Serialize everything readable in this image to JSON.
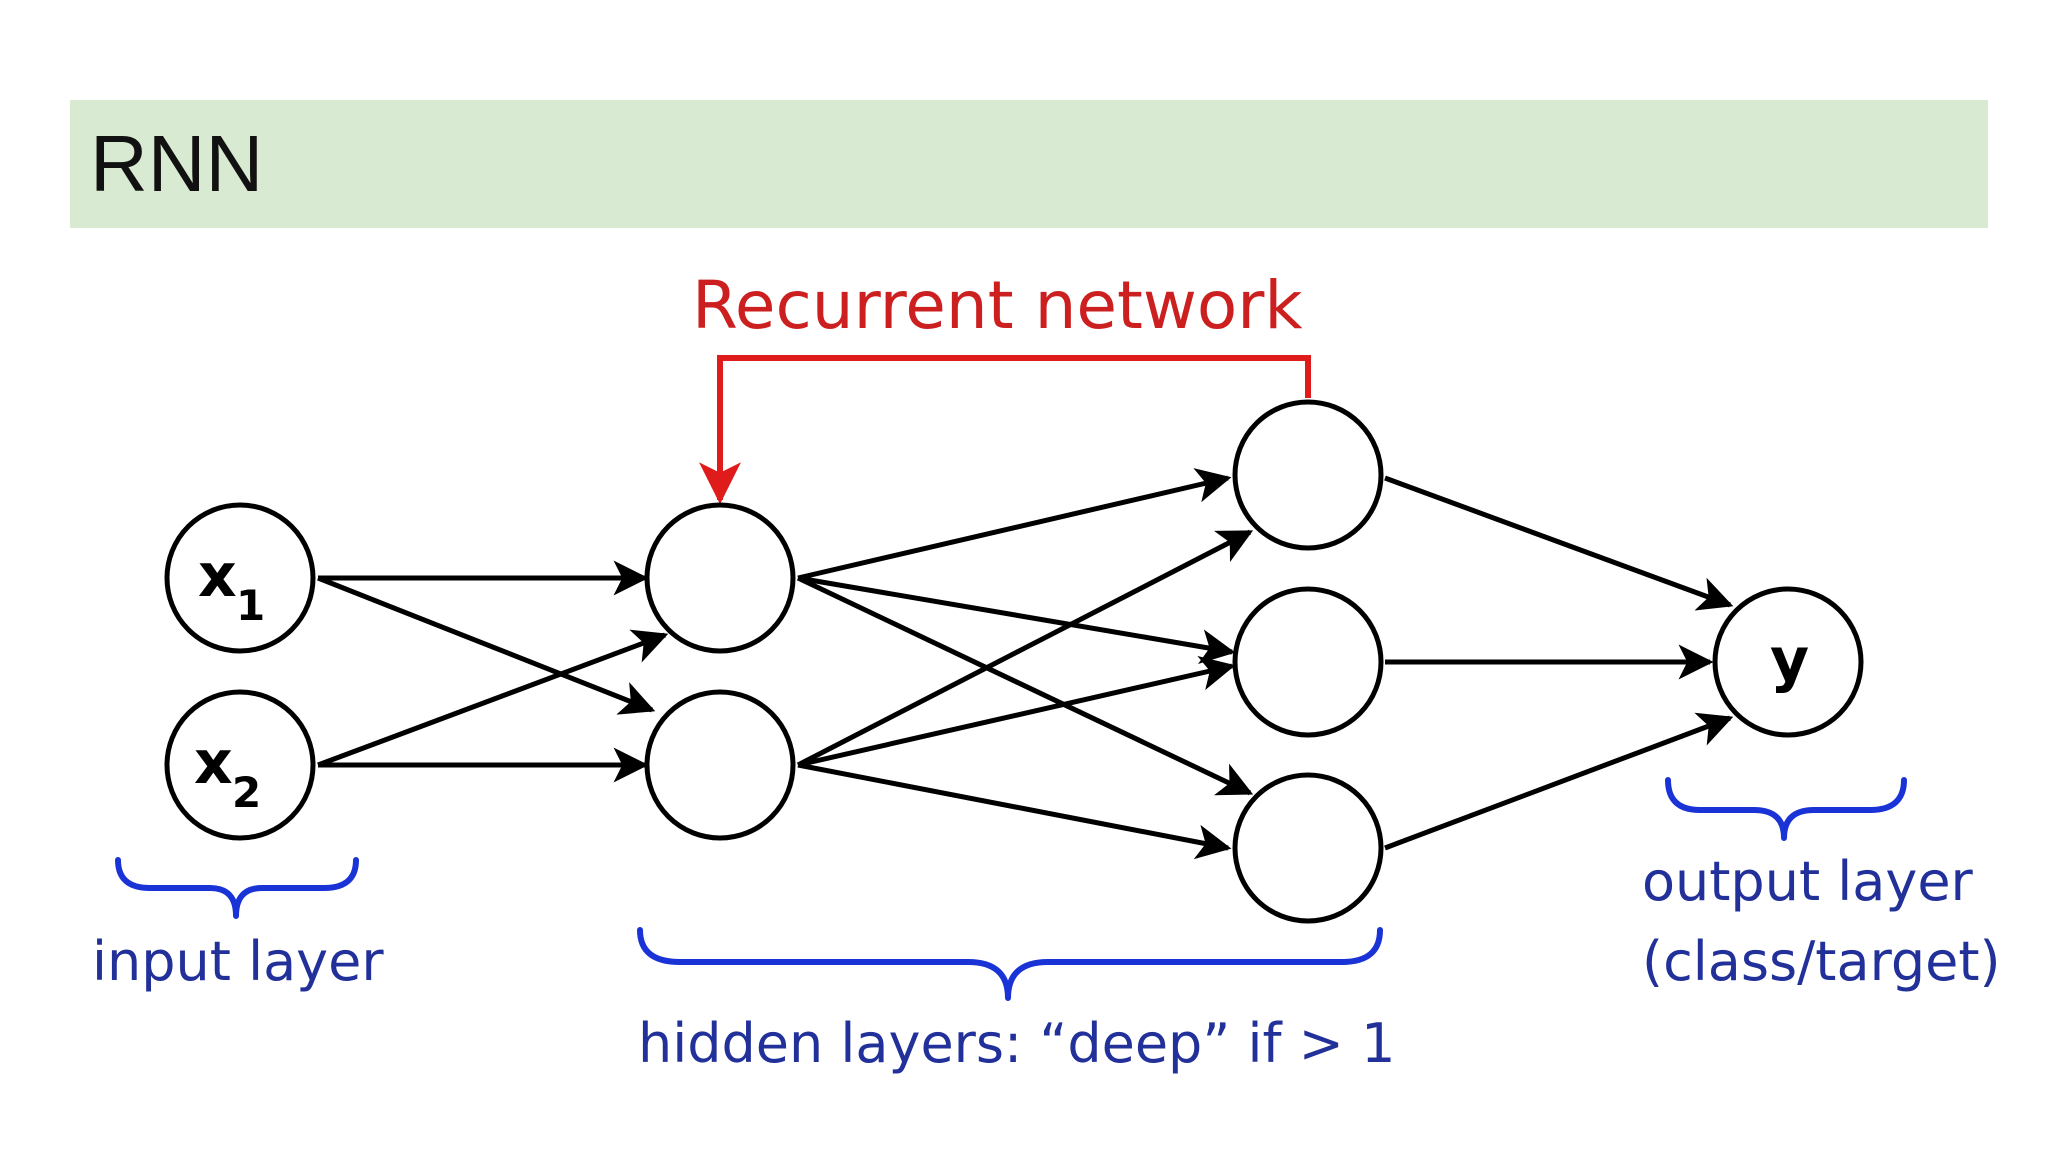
{
  "title": "RNN",
  "diagram": {
    "recurrent_label": "Recurrent network",
    "input_nodes": [
      {
        "letter": "x",
        "sub": "1"
      },
      {
        "letter": "x",
        "sub": "2"
      }
    ],
    "output_node_label": "y",
    "labels": {
      "input_layer": "input layer",
      "hidden_layers": "hidden layers: “deep” if > 1",
      "output_layer_line1": "output layer",
      "output_layer_line2": "(class/target)"
    },
    "colors": {
      "title_band": "#d9ead3",
      "recurrent": "#e01b1b",
      "annotation": "#1a33d6"
    }
  }
}
